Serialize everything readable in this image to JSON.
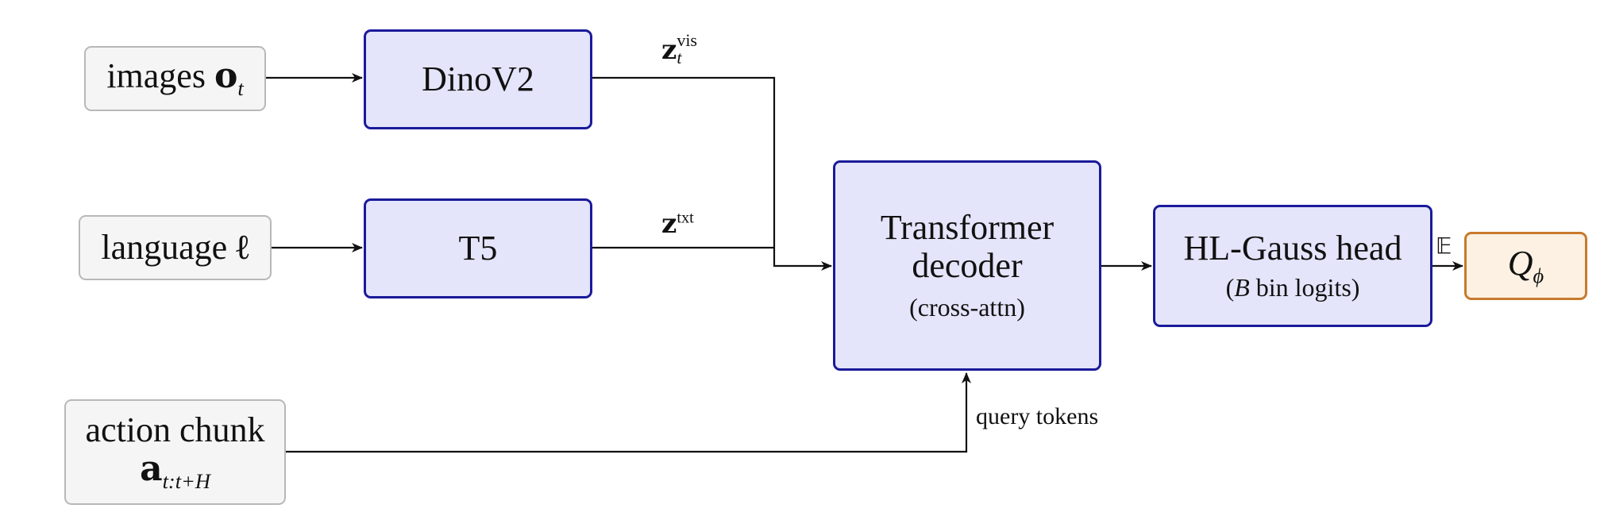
{
  "nodes": {
    "images": {
      "label": "images ",
      "symbol": "o",
      "subscript": "t"
    },
    "language": {
      "label": "language ",
      "symbol": "ℓ"
    },
    "action": {
      "label": "action chunk",
      "symbol": "a",
      "subscript": "t:t+H"
    },
    "dinov2": {
      "label": "DinoV2"
    },
    "t5": {
      "label": "T5"
    },
    "decoder": {
      "line1": "Transformer",
      "line2": "decoder",
      "line3": "(cross-attn)"
    },
    "head": {
      "line1": "HL-Gauss head",
      "line2_prefix": "(",
      "line2_var": "B",
      "line2_suffix": " bin logits)"
    },
    "q": {
      "symbol": "Q",
      "subscript": "ϕ"
    }
  },
  "edges": {
    "zvis": {
      "symbol": "z",
      "superscript": "vis",
      "subscript": "t"
    },
    "ztxt": {
      "symbol": "z",
      "superscript": "txt"
    },
    "query": {
      "label": "query tokens"
    },
    "expectation": {
      "label": "𝔼"
    }
  },
  "colors": {
    "model_fill": "#e4e4fa",
    "model_border": "#1a1a9a",
    "input_fill": "#f5f5f5",
    "input_border": "#b8b8b8",
    "output_fill": "#fcf1e2",
    "output_border": "#c77a2c"
  }
}
